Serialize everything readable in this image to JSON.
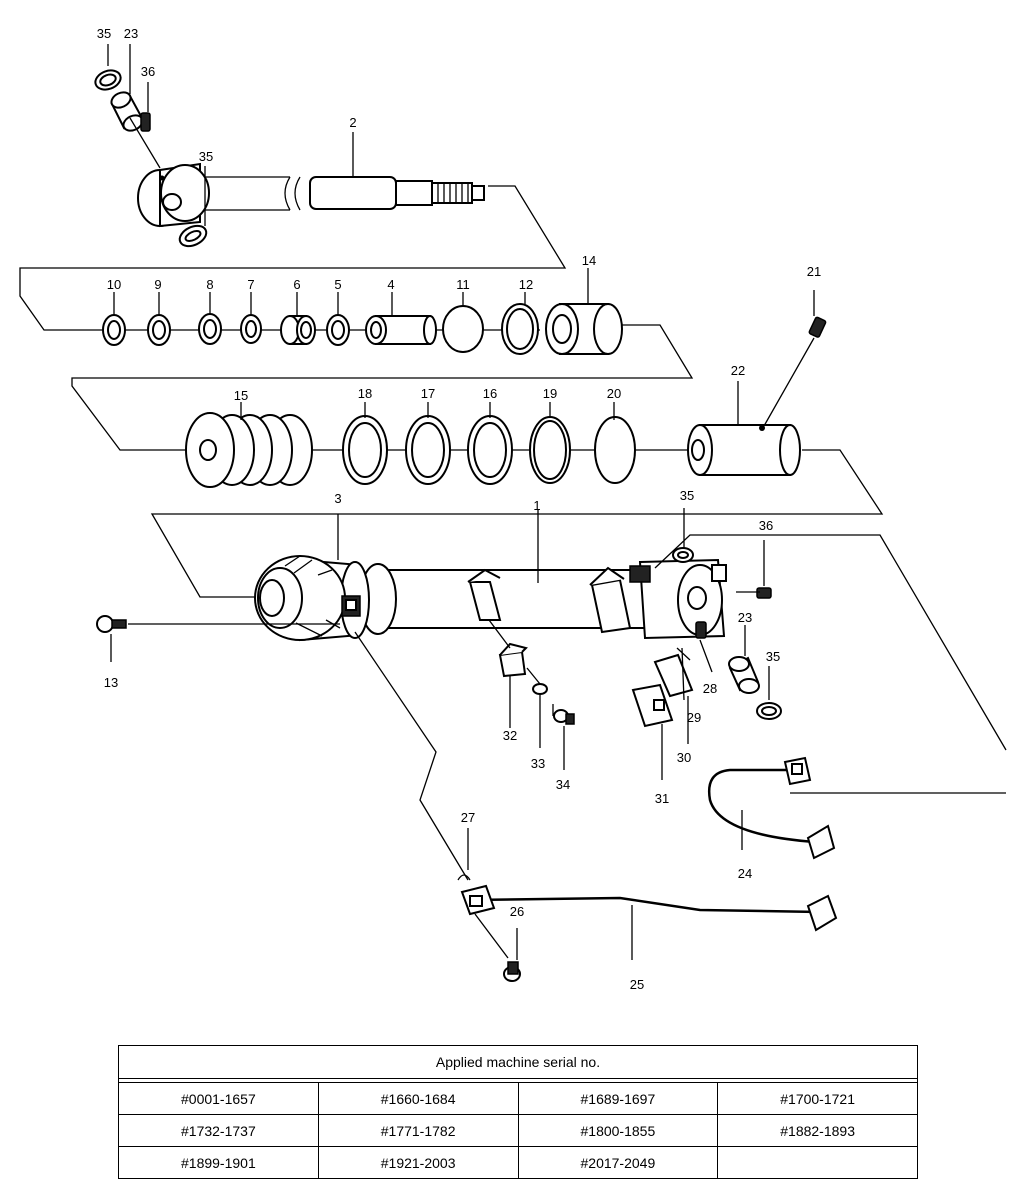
{
  "callouts": {
    "c1": "1",
    "c2": "2",
    "c3": "3",
    "c4": "4",
    "c5": "5",
    "c6": "6",
    "c7": "7",
    "c8": "8",
    "c9": "9",
    "c10": "10",
    "c11": "11",
    "c12": "12",
    "c13": "13",
    "c14": "14",
    "c15": "15",
    "c16": "16",
    "c17": "17",
    "c18": "18",
    "c19": "19",
    "c20": "20",
    "c21": "21",
    "c22": "22",
    "c23": "23",
    "c24": "24",
    "c25": "25",
    "c26": "26",
    "c27": "27",
    "c28": "28",
    "c29": "29",
    "c30": "30",
    "c31": "31",
    "c32": "32",
    "c33": "33",
    "c34": "34",
    "c35": "35",
    "c36": "36"
  },
  "serial_table": {
    "header": "Applied machine serial no.",
    "rows": [
      [
        "#0001-1657",
        "#1660-1684",
        "#1689-1697",
        "#1700-1721"
      ],
      [
        "#1732-1737",
        "#1771-1782",
        "#1800-1855",
        "#1882-1893"
      ],
      [
        "#1899-1901",
        "#1921-2003",
        "#2017-2049",
        ""
      ]
    ]
  }
}
